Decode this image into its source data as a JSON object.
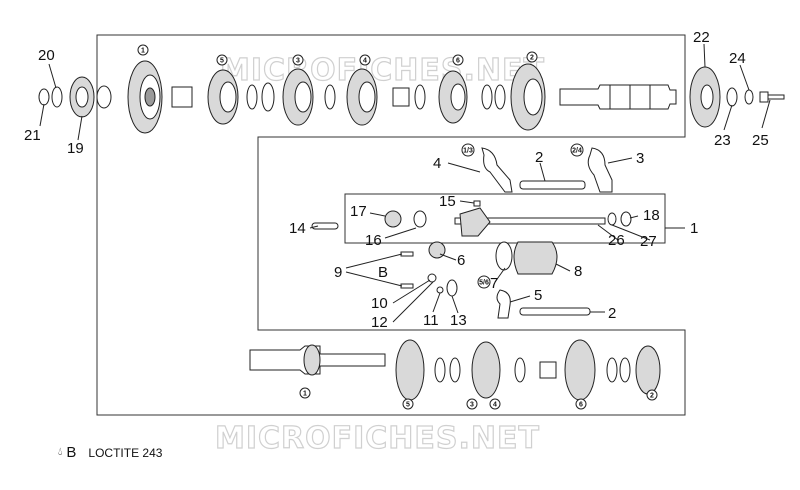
{
  "watermark": "MICROFICHES.NET",
  "legend": {
    "symbol": "B",
    "text": "LOCTITE 243"
  },
  "callouts": {
    "c1": "1",
    "c2": "2",
    "c2b": "2",
    "c3": "3",
    "c4": "4",
    "c5": "5",
    "c6": "6",
    "c7": "7",
    "c8": "8",
    "c9": "9",
    "c10": "10",
    "c11": "11",
    "c12": "12",
    "c13": "13",
    "c14": "14",
    "c15": "15",
    "c16": "16",
    "c17": "17",
    "c18": "18",
    "c19": "19",
    "c20": "20",
    "c21": "21",
    "c22": "22",
    "c23": "23",
    "c24": "24",
    "c25": "25",
    "c26": "26",
    "c27": "27",
    "cB": "B"
  },
  "gear_marks": {
    "top": [
      "1",
      "5",
      "3",
      "4",
      "6",
      "2"
    ],
    "bottom": [
      "1",
      "5",
      "3",
      "4",
      "6",
      "2"
    ],
    "forks": [
      "1/3",
      "2/4",
      "5/6"
    ]
  }
}
